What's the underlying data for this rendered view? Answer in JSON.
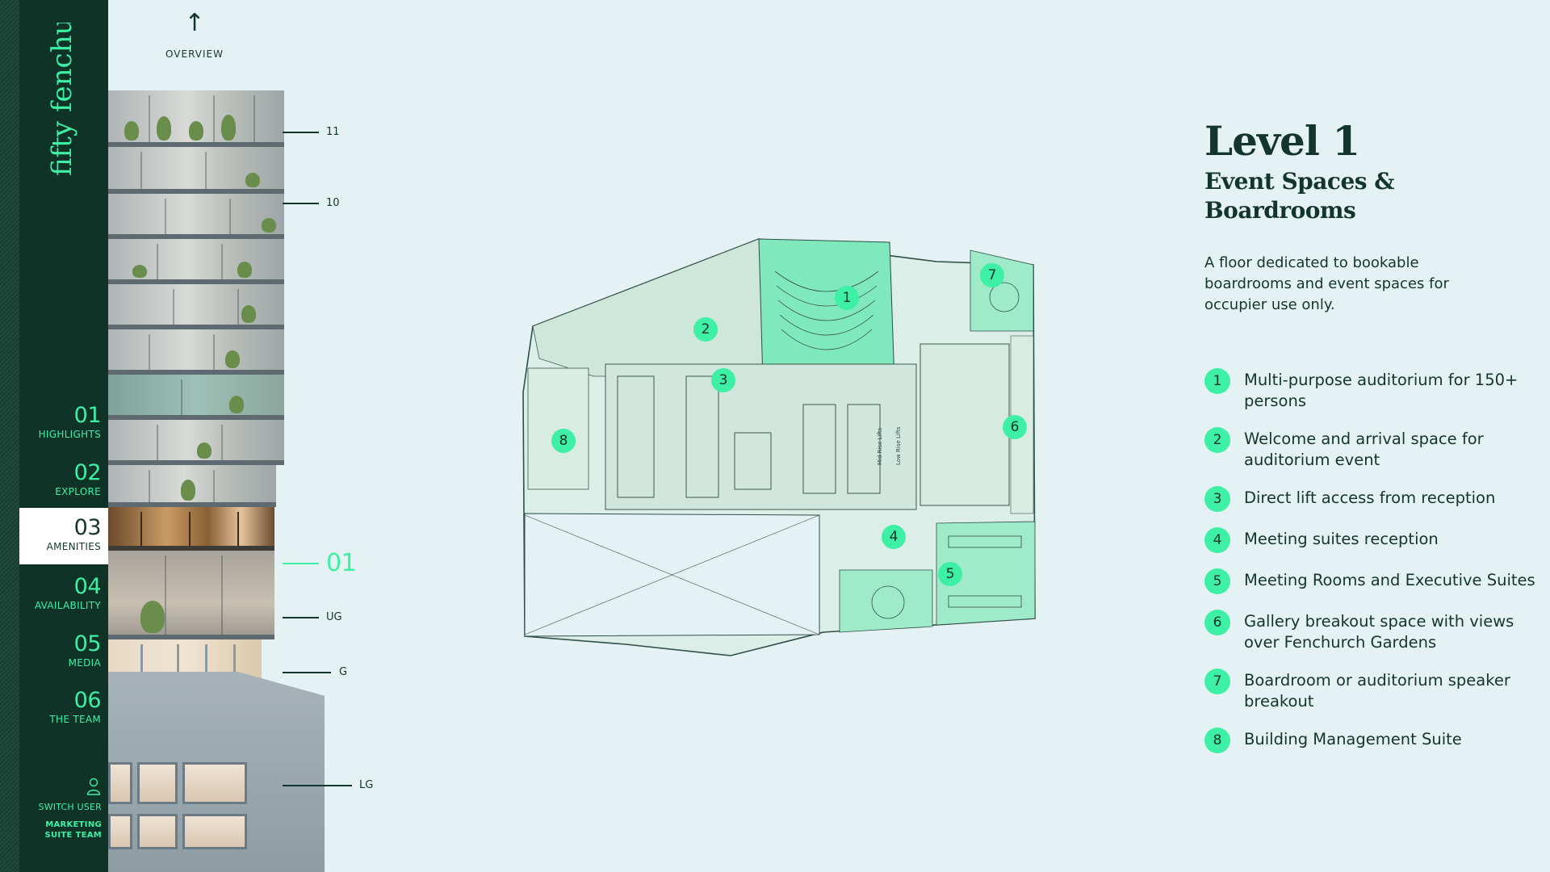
{
  "brand": {
    "logo_text": "fifty fenchurch"
  },
  "nav": {
    "items": [
      {
        "num": "01",
        "label": "HIGHLIGHTS"
      },
      {
        "num": "02",
        "label": "EXPLORE"
      },
      {
        "num": "03",
        "label": "AMENITIES"
      },
      {
        "num": "04",
        "label": "AVAILABILITY"
      },
      {
        "num": "05",
        "label": "MEDIA"
      },
      {
        "num": "06",
        "label": "THE TEAM"
      }
    ],
    "switch_user": "SWITCH USER",
    "team_name": "MARKETING SUITE TEAM"
  },
  "overview": {
    "label": "OVERVIEW"
  },
  "levels": {
    "l11": "11",
    "l10": "10",
    "active": "01",
    "ug": "UG",
    "g": "G",
    "lg": "LG"
  },
  "plan_labels": {
    "mid_rise": "Mid Rise Lifts",
    "low_rise": "Low Rise Lifts"
  },
  "panel": {
    "title": "Level 1",
    "subtitle": "Event Spaces & Boardrooms",
    "description": "A floor dedicated to bookable boardrooms and event spaces for occupier use only.",
    "legend": [
      {
        "num": "1",
        "text": "Multi-purpose auditorium for 150+ persons"
      },
      {
        "num": "2",
        "text": "Welcome and arrival space for auditorium event"
      },
      {
        "num": "3",
        "text": "Direct lift access from reception"
      },
      {
        "num": "4",
        "text": "Meeting suites reception"
      },
      {
        "num": "5",
        "text": "Meeting Rooms and Executive Suites"
      },
      {
        "num": "6",
        "text": "Gallery breakout space with views over Fenchurch Gardens"
      },
      {
        "num": "7",
        "text": "Boardroom or auditorium speaker breakout"
      },
      {
        "num": "8",
        "text": "Building Management Suite"
      }
    ]
  },
  "colors": {
    "accent": "#3ef0a6",
    "nav_bg": "#0f3326",
    "page_bg": "#e5f2f4",
    "text": "#14352b"
  }
}
